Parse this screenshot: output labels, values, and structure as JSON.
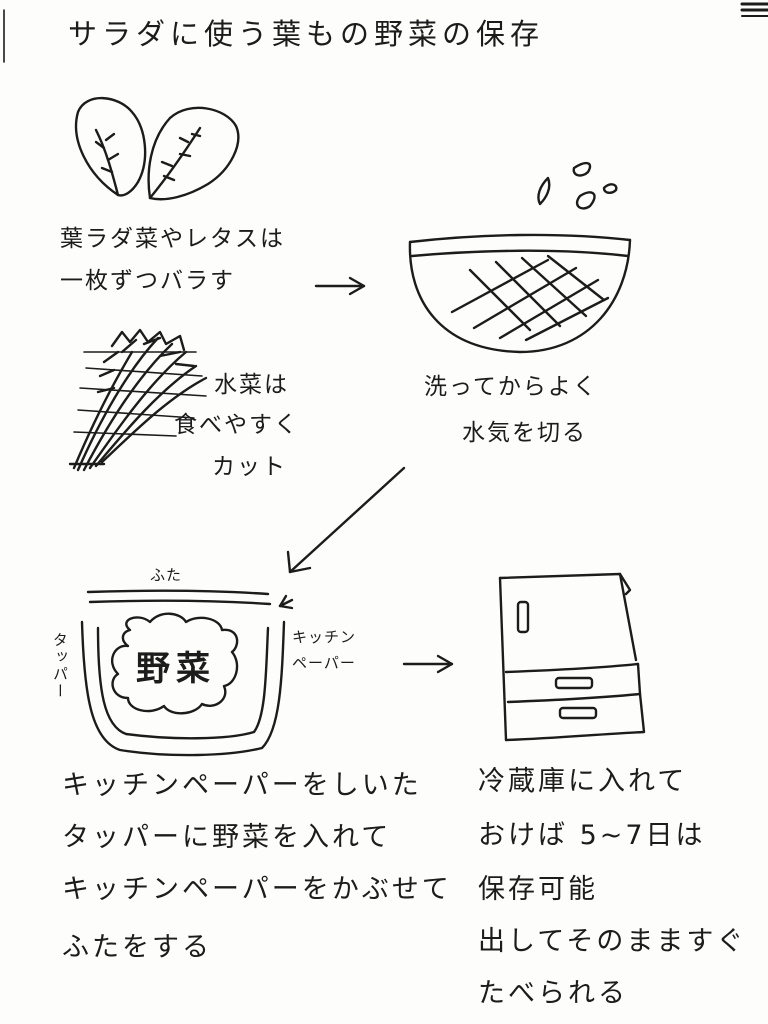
{
  "title": "サラダに使う葉もの野菜の保存",
  "step1": {
    "lines": [
      "葉ラダ菜やレタスは",
      "一枚ずつバラす"
    ]
  },
  "step2": {
    "lines": [
      "水菜は",
      "食べやすく",
      "カット"
    ]
  },
  "step3": {
    "lines": [
      "洗ってからよく",
      "水気を切る"
    ]
  },
  "container_diagram": {
    "lid_label": "ふた",
    "veg_label": "野菜",
    "paper_label_lines": [
      "キッチン",
      "ペーパー"
    ],
    "side_label": "タッパー"
  },
  "step4": {
    "lines": [
      "キッチンペーパーをしいた",
      "タッパーに野菜を入れて",
      "キッチンペーパーをかぶせて",
      "ふたをする"
    ]
  },
  "step5": {
    "lines": [
      "冷蔵庫に入れて",
      "おけば 5~7日は",
      "保存可能",
      "出してそのまますぐ",
      "たべられる"
    ]
  },
  "icons": [
    "lettuce-leaf-icon",
    "mizuna-bunch-icon",
    "colander-bowl-icon",
    "water-drops-icon",
    "tupperware-icon",
    "refrigerator-icon",
    "arrow-right-icon",
    "arrow-down-left-icon"
  ]
}
